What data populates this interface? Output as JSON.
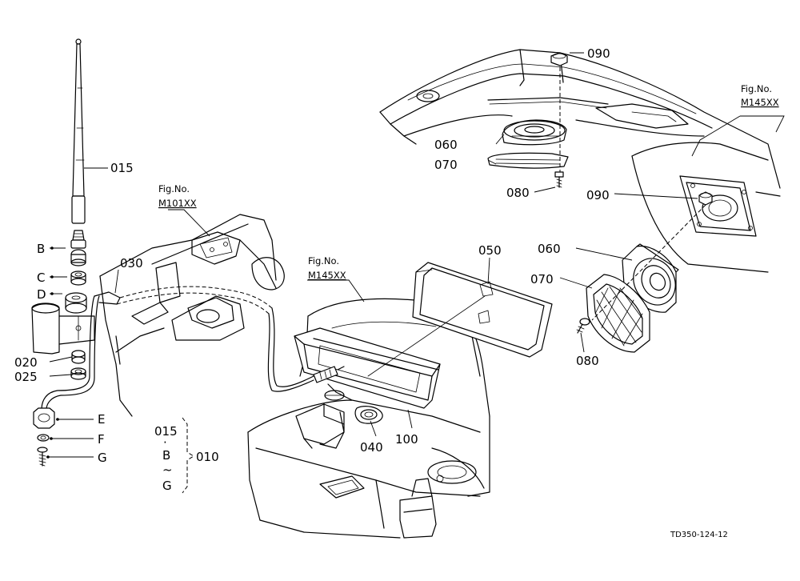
{
  "parts": {
    "p015": "015",
    "p020": "020",
    "p025": "025",
    "p030": "030",
    "p040": "040",
    "p050": "050",
    "p060_top": "060",
    "p060": "060",
    "p070_top": "070",
    "p070": "070",
    "p080_top": "080",
    "p080": "080",
    "p090_top": "090",
    "p090": "090",
    "p100": "100",
    "b": "B",
    "c": "C",
    "d": "D",
    "e": "E",
    "f": "F",
    "g": "G"
  },
  "figrefs": {
    "m101_caption": "Fig.No.",
    "m101_code": "M101XX",
    "m145_center_caption": "Fig.No.",
    "m145_center_code": "M145XX",
    "m145_right_caption": "Fig.No.",
    "m145_right_code": "M145XX"
  },
  "set_legend": {
    "top": "015",
    "dot": "·",
    "mid": "B",
    "tilde": "~",
    "bottom": "G",
    "assembly": "010"
  },
  "drawing_code": "TD350-124-12"
}
